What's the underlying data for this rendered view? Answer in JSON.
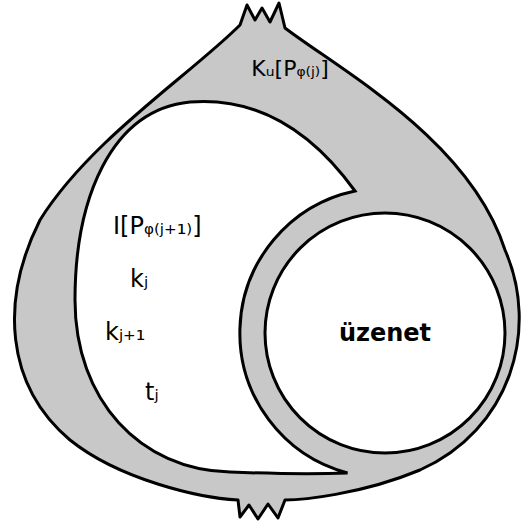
{
  "diagram": {
    "nodes": [
      {
        "text": [
          "Kᵤ[Pᵩ₍ⱼ₎]"
        ]
      },
      {
        "text": [
          "I[Pᵩ₍ⱼ₊₁₎]",
          "kⱼ",
          "kⱼ₊₁",
          "tⱼ"
        ],
        "in": 0
      },
      {
        "text": [
          "üzenet"
        ],
        "in": 0
      }
    ]
  }
}
